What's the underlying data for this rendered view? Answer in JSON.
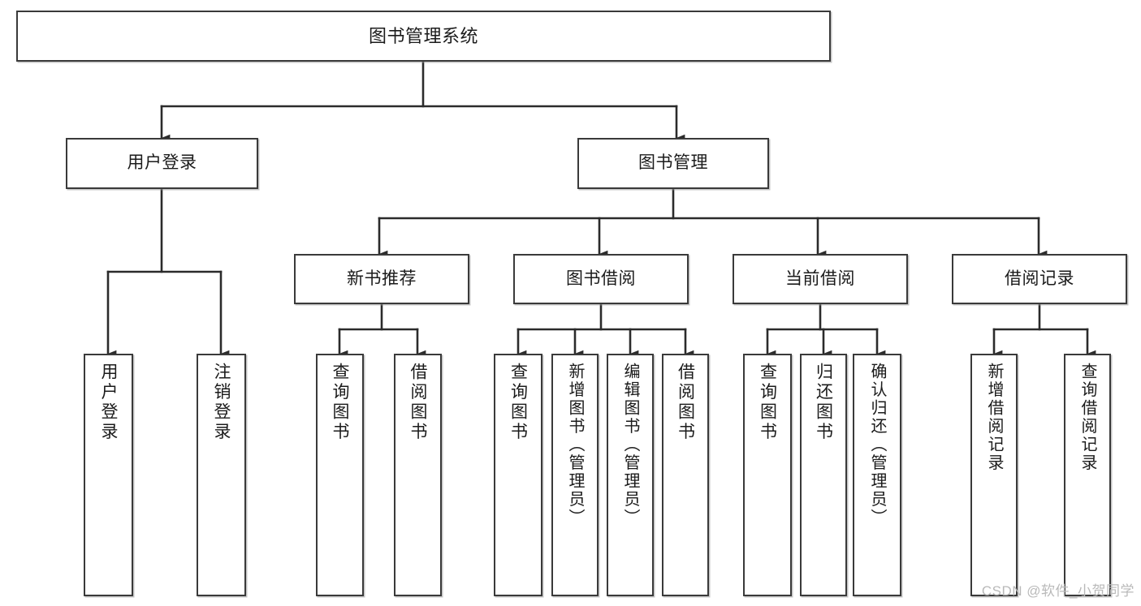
{
  "diagram": {
    "type": "tree",
    "title": "图书管理系统",
    "watermark": "CSDN @软件_小贺同学",
    "colors": {
      "box_border": "#3a3a3a",
      "box_fill": "#ffffff",
      "connector": "#2b2b2b",
      "text": "#1b1b1b",
      "watermark": "#b9b9b9"
    },
    "nodes": {
      "root": {
        "label": "图书管理系统",
        "level": 0,
        "orientation": "horizontal"
      },
      "n_user_login": {
        "label": "用户登录",
        "level": 1,
        "orientation": "horizontal"
      },
      "n_book_mgmt": {
        "label": "图书管理",
        "level": 1,
        "orientation": "horizontal"
      },
      "n_new_book_rec": {
        "label": "新书推荐",
        "level": 2,
        "orientation": "horizontal"
      },
      "n_book_borrow": {
        "label": "图书借阅",
        "level": 2,
        "orientation": "horizontal"
      },
      "n_current_borrow": {
        "label": "当前借阅",
        "level": 2,
        "orientation": "horizontal"
      },
      "n_borrow_record": {
        "label": "借阅记录",
        "level": 2,
        "orientation": "horizontal"
      },
      "l_user_login": {
        "label": "用户登录",
        "level": 3,
        "orientation": "vertical"
      },
      "l_logout": {
        "label": "注销登录",
        "level": 3,
        "orientation": "vertical"
      },
      "l_query_book_a": {
        "label": "查询图书",
        "level": 3,
        "orientation": "vertical"
      },
      "l_borrow_book_a": {
        "label": "借阅图书",
        "level": 3,
        "orientation": "vertical"
      },
      "l_query_book_b": {
        "label": "查询图书",
        "level": 3,
        "orientation": "vertical"
      },
      "l_add_book": {
        "label": "新增图书（管理员）",
        "level": 3,
        "orientation": "vertical"
      },
      "l_edit_book": {
        "label": "编辑图书（管理员）",
        "level": 3,
        "orientation": "vertical"
      },
      "l_borrow_book_b": {
        "label": "借阅图书",
        "level": 3,
        "orientation": "vertical"
      },
      "l_query_book_c": {
        "label": "查询图书",
        "level": 3,
        "orientation": "vertical"
      },
      "l_return_book": {
        "label": "归还图书",
        "level": 3,
        "orientation": "vertical"
      },
      "l_confirm_return": {
        "label": "确认归还（管理员）",
        "level": 3,
        "orientation": "vertical"
      },
      "l_add_record": {
        "label": "新增借阅记录",
        "level": 3,
        "orientation": "vertical"
      },
      "l_query_record": {
        "label": "查询借阅记录",
        "level": 3,
        "orientation": "vertical"
      }
    },
    "edges": [
      {
        "from": "root",
        "to": "n_user_login"
      },
      {
        "from": "root",
        "to": "n_book_mgmt"
      },
      {
        "from": "n_user_login",
        "to": "l_user_login"
      },
      {
        "from": "n_user_login",
        "to": "l_logout"
      },
      {
        "from": "n_book_mgmt",
        "to": "n_new_book_rec"
      },
      {
        "from": "n_book_mgmt",
        "to": "n_book_borrow"
      },
      {
        "from": "n_book_mgmt",
        "to": "n_current_borrow"
      },
      {
        "from": "n_book_mgmt",
        "to": "n_borrow_record"
      },
      {
        "from": "n_new_book_rec",
        "to": "l_query_book_a"
      },
      {
        "from": "n_new_book_rec",
        "to": "l_borrow_book_a"
      },
      {
        "from": "n_book_borrow",
        "to": "l_query_book_b"
      },
      {
        "from": "n_book_borrow",
        "to": "l_add_book"
      },
      {
        "from": "n_book_borrow",
        "to": "l_edit_book"
      },
      {
        "from": "n_book_borrow",
        "to": "l_borrow_book_b"
      },
      {
        "from": "n_current_borrow",
        "to": "l_query_book_c"
      },
      {
        "from": "n_current_borrow",
        "to": "l_return_book"
      },
      {
        "from": "n_current_borrow",
        "to": "l_confirm_return"
      },
      {
        "from": "n_borrow_record",
        "to": "l_add_record"
      },
      {
        "from": "n_borrow_record",
        "to": "l_query_record"
      }
    ]
  }
}
